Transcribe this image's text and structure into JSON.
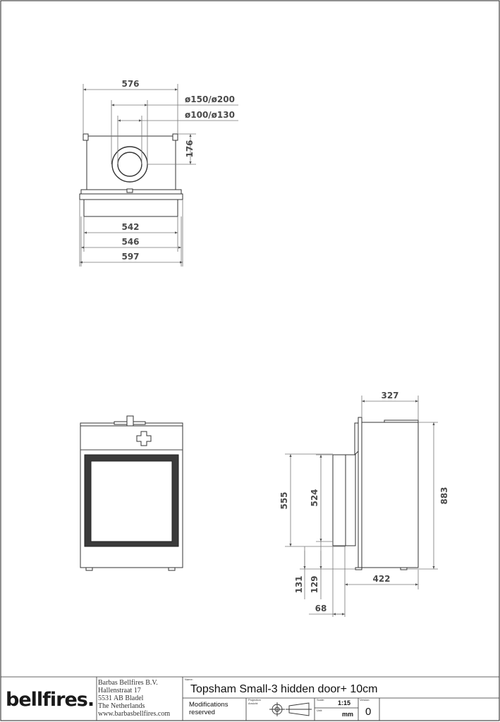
{
  "top_view": {
    "dims": {
      "overall_depth": "576",
      "flue_outer": "ø150/ø200",
      "flue_inner": "ø100/ø130",
      "flue_offset": "176",
      "width_542": "542",
      "width_546": "546",
      "width_597": "597"
    }
  },
  "front_view": {},
  "side_view": {
    "dims": {
      "depth_327": "327",
      "height_883": "883",
      "opening_555": "555",
      "opening_524": "524",
      "base_131": "131",
      "base_129": "129",
      "depth_422": "422",
      "offset_68": "68"
    }
  },
  "title_block": {
    "logo": "bellfires.",
    "company": {
      "name": "Barbas Bellfires B.V.",
      "street": "Hallenstraat 17",
      "city": "5531 AB Bladel",
      "country": "The Netherlands",
      "website": "www.barbasbellfires.com"
    },
    "name_label": "Name:",
    "product_name": "Topsham Small-3 hidden door+ 10cm",
    "modifications_line1": "Modifications",
    "modifications_line2": "reserved",
    "projection_label": "Projection",
    "projection_sub": "Ansicht:",
    "scale_label": "Scale:",
    "scale_value": "1:15",
    "unit_label": "Unit:",
    "unit_value": "mm",
    "version_label": "Version:",
    "version_value": "0"
  }
}
